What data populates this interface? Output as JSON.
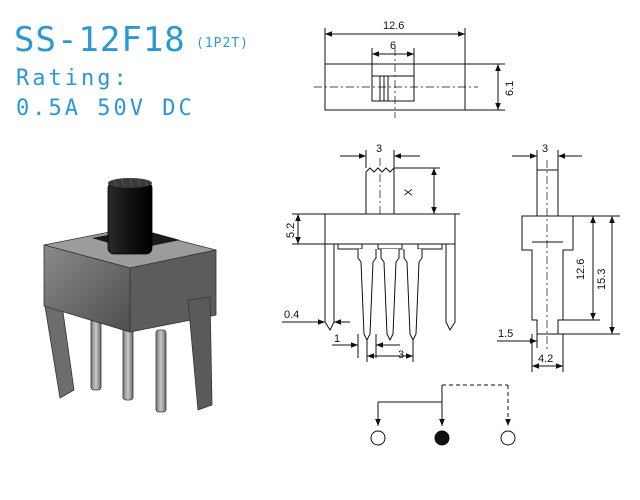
{
  "header": {
    "title": "SS-12F18",
    "subtitle": "(1P2T)",
    "rating_label": "Rating:",
    "rating_value": "0.5A  50V  DC"
  },
  "top_view": {
    "dim_length": "12.6",
    "dim_knob_travel": "6",
    "dim_width": "6.1"
  },
  "front_view": {
    "dim_knob_width": "3",
    "dim_knob_height": "X",
    "dim_body_height": "5.2",
    "dim_tab_thickness": "0.4",
    "dim_pin_width": "1",
    "dim_pin_pitch": "3"
  },
  "side_view": {
    "dim_knob_width": "3",
    "dim_to_pin": "12.6",
    "dim_total_height": "15.3",
    "dim_pin_length": "1.5",
    "dim_body_depth": "4.2"
  },
  "colors": {
    "header_text": "#2a98d4",
    "line": "#111111"
  }
}
